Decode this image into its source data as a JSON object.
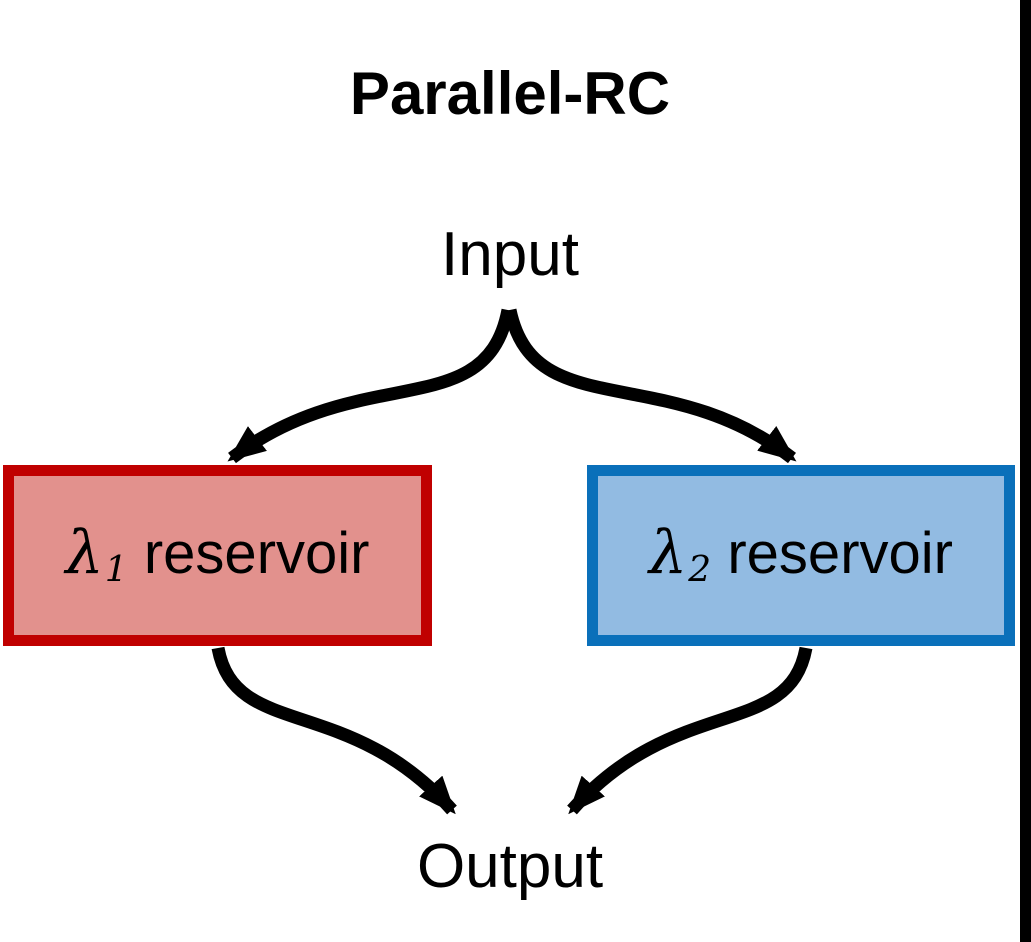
{
  "title": "Parallel-RC",
  "input_label": "Input",
  "output_label": "Output",
  "reservoirs": [
    {
      "symbol": "λ",
      "subscript": "1",
      "label": "reservoir",
      "border_color": "#C00000",
      "fill_color": "#E2918D"
    },
    {
      "symbol": "λ",
      "subscript": "2",
      "label": "reservoir",
      "border_color": "#0A70BA",
      "fill_color": "#92BBE2"
    }
  ],
  "colors": {
    "background": "#FFFFFF",
    "text": "#000000",
    "arrow": "#000000",
    "right_edge_bar": "#000000"
  }
}
